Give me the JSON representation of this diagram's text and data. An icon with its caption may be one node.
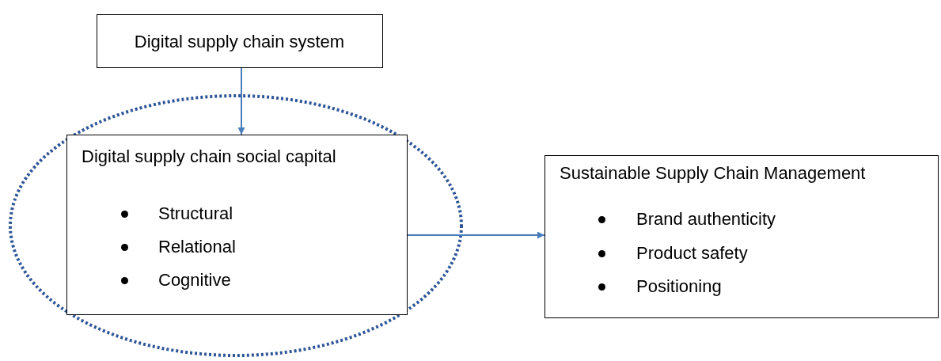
{
  "diagram": {
    "nodes": [
      {
        "text": [
          "Digital supply chain system"
        ]
      },
      {
        "text": [
          "Digital supply chain social capital",
          "Structural",
          "Relational",
          "Cognitive"
        ]
      },
      {
        "text": [
          "Sustainable Supply Chain Management",
          "Brand authenticity",
          "Product safety",
          "Positioning"
        ]
      }
    ],
    "edges": [
      {
        "from": 0,
        "to": 1,
        "arrow": "to"
      },
      {
        "from": 1,
        "to": 2,
        "arrow": "to"
      }
    ]
  }
}
